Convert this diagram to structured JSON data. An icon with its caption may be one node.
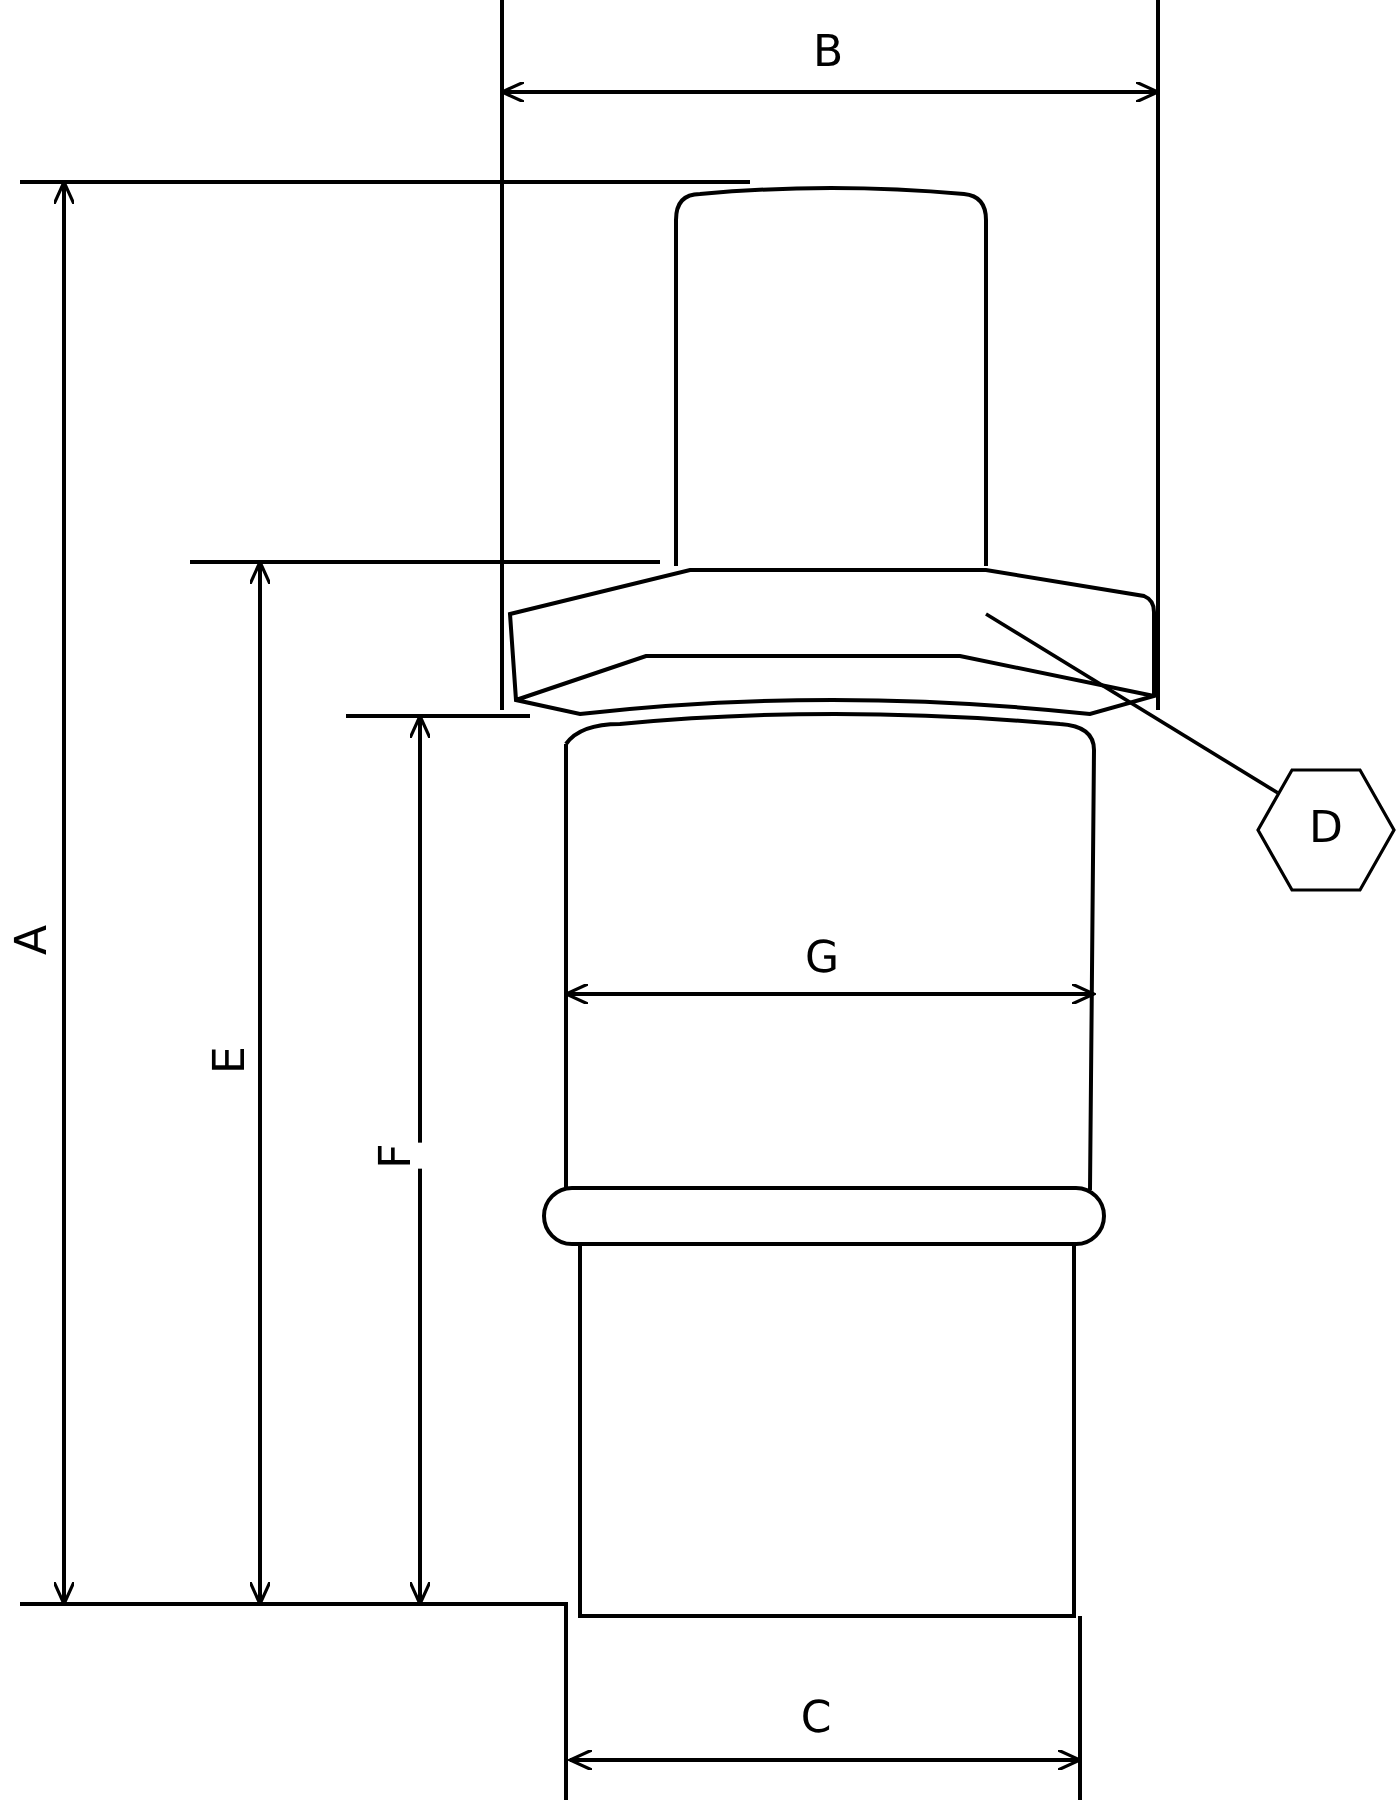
{
  "diagram": {
    "nodes": [
      {
        "text": [
          "D"
        ]
      },
      {
        "text": [],
        "shape": "picture"
      }
    ],
    "edges": [
      {
        "from": 0,
        "to": 1,
        "arrow": "none"
      }
    ],
    "labels": [
      "B",
      "A",
      "G",
      "E",
      "F",
      "C"
    ]
  }
}
